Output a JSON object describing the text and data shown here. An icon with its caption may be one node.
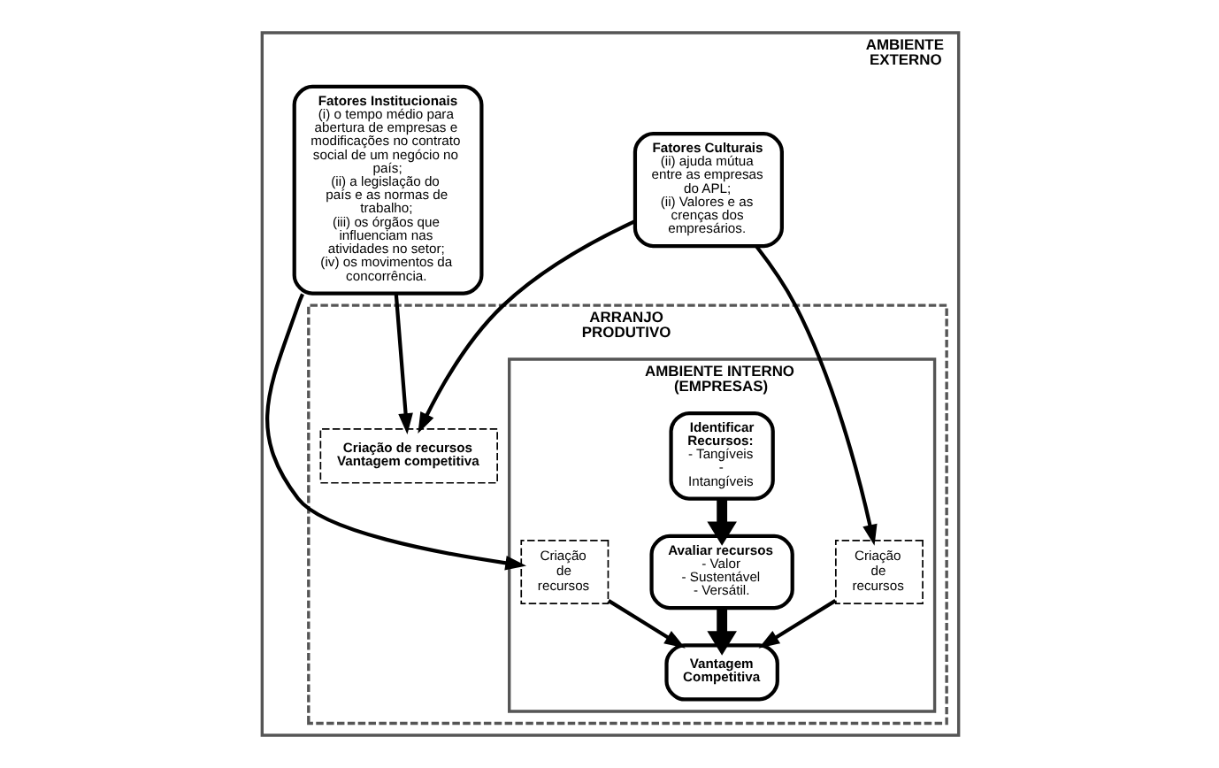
{
  "diagram": {
    "nodes": [
      {
        "text": [
          "AMBIENTE EXTERNO"
        ]
      },
      {
        "text": [
          "ARRANJO PRODUTIVO"
        ],
        "in": 0
      },
      {
        "text": [
          "AMBIENTE INTERNO (EMPRESAS)"
        ],
        "in": 1
      },
      {
        "text": [
          "Identificar Recursos:",
          "- Tangíveis",
          "- Intangíveis"
        ],
        "in": 2
      },
      {
        "text": [
          "Avaliar recursos",
          "- Valor",
          "- Sustentável",
          "- Versátil."
        ],
        "in": 2
      },
      {
        "text": [
          "Criação de recursos"
        ],
        "in": 2
      },
      {
        "text": [
          "Criação de recursos"
        ],
        "in": 2
      },
      {
        "text": [
          "Vantagem Competitiva"
        ],
        "in": 2
      },
      {
        "text": [
          "Fatores Culturais",
          "(ii) ajuda mútua entre as empresas do APL;",
          "(ii) Valores e as crenças dos empresários."
        ],
        "in": 0
      },
      {
        "text": [
          "Fatores Institucionais",
          "(i) o tempo médio para abertura de empresas e modificações no contrato social de um negócio no país;",
          "(ii) a legislação do país e as normas de trabalho;",
          "(iii) os órgãos que influenciam nas atividades no setor;",
          "(iv) os movimentos da concorrência."
        ],
        "in": 0
      },
      {
        "text": [
          "Criação de recursos Vantagem competitiva"
        ],
        "in": 1
      }
    ],
    "edges": [
      {
        "from": 3,
        "to": 4,
        "arrow": "to",
        "style": "thick"
      },
      {
        "from": 4,
        "to": 7,
        "arrow": "to",
        "style": "thick"
      },
      {
        "from": 8,
        "to": 5,
        "arrow": "to"
      },
      {
        "from": 5,
        "to": 7,
        "arrow": "to"
      },
      {
        "from": 9,
        "to": 6,
        "arrow": "to"
      },
      {
        "from": 6,
        "to": 7,
        "arrow": "to"
      },
      {
        "from": 8,
        "to": 10,
        "arrow": "to"
      },
      {
        "from": 9,
        "to": 10,
        "arrow": "to"
      }
    ]
  }
}
